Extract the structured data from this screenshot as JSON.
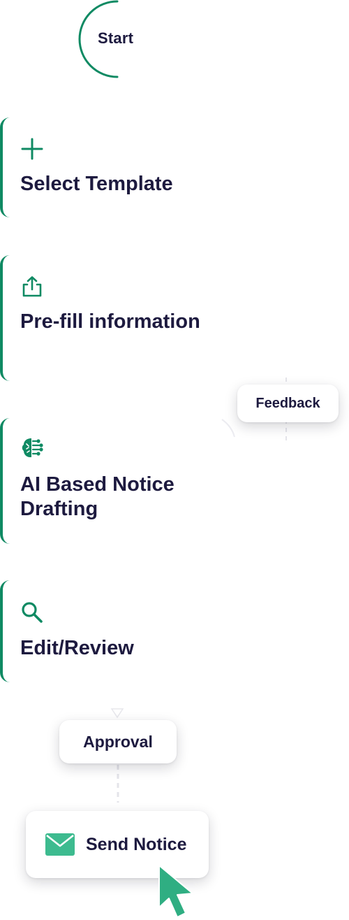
{
  "start": {
    "label": "Start"
  },
  "steps": [
    {
      "icon": "plus-icon",
      "title": "Select Template"
    },
    {
      "icon": "share-upload-icon",
      "title": "Pre-fill information"
    },
    {
      "icon": "ai-brain-icon",
      "title": "AI Based Notice Drafting"
    },
    {
      "icon": "search-icon",
      "title": "Edit/Review"
    }
  ],
  "feedback": {
    "label": "Feedback"
  },
  "approval": {
    "label": "Approval"
  },
  "send": {
    "label": "Send Notice",
    "icon": "mail-icon"
  },
  "cursor": {
    "icon": "cursor-arrow-icon"
  },
  "colors": {
    "accent": "#0f8a63",
    "send_icon": "#3dbb8f",
    "text": "#1d1a3f"
  }
}
